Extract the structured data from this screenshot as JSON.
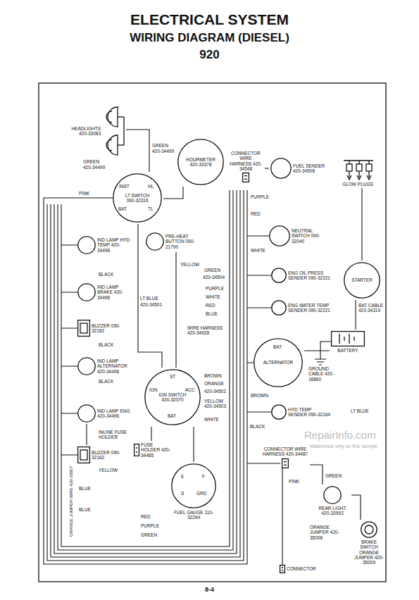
{
  "diagram": {
    "title": "ELECTRICAL SYSTEM",
    "nodes": [
      {
        "text": [
          "HEADLIGHTS 420-33083"
        ]
      },
      {
        "text": [
          "HOURMETER 420-33378"
        ]
      },
      {
        "text": [
          "INST",
          "HL",
          "TL",
          "BAT",
          "LT SWITCH 090-32316"
        ]
      },
      {
        "text": [
          "PRE-HEAT BUTTON 090-21790"
        ]
      },
      {
        "text": [
          "IND LAMP HYD TEMP 420-34498"
        ]
      },
      {
        "text": [
          "IND LAMP BRAKE 420-34496"
        ]
      },
      {
        "text": [
          "BUZZER 090-32182"
        ]
      },
      {
        "text": [
          "IND LAMP ALTERNATOR 420-34496"
        ]
      },
      {
        "text": [
          "IGN",
          "ST",
          "ACC",
          "BAT",
          "IGN SWITCH 420-32070"
        ]
      },
      {
        "text": [
          "IND LAMP ENG 420-34496"
        ]
      },
      {
        "text": [
          "BUZZER 090-32182"
        ]
      },
      {
        "text": [
          "FUSE HOLDER 420-34485"
        ]
      },
      {
        "text": [
          "E",
          "F",
          "S",
          "GRD",
          "FUEL GAUGE 110-32244"
        ]
      },
      {
        "text": [
          "CONNECTOR WIRE HARNESS 420-34548"
        ]
      },
      {
        "text": [
          "FUEL SENDER 420-34508"
        ]
      },
      {
        "text": [
          "GLOW PLUGS"
        ]
      },
      {
        "text": [
          "NEUTRAL SWITCH 090-32040"
        ]
      },
      {
        "text": [
          "ENG OIL PRESS SENDER 090-32221"
        ]
      },
      {
        "text": [
          "ENG WATER TEMP SENDER 090-32221"
        ]
      },
      {
        "text": [
          "STARTER"
        ]
      },
      {
        "text": [
          "BATTERY"
        ]
      },
      {
        "text": [
          "BAT",
          "ALTERNATOR"
        ]
      },
      {
        "text": [
          "HYD TEMP SENDER 090-32164"
        ]
      },
      {
        "text": [
          "CONNECTOR WIRE HARNESS 420-34487"
        ]
      },
      {
        "text": [
          "REAR LIGHT 420-33993"
        ]
      },
      {
        "text": [
          "BRAKE SWITCH",
          "ORANGE JUMPER 420-35009"
        ]
      },
      {
        "text": [
          "CONNECTOR"
        ]
      }
    ],
    "edges": [
      {
        "from": 0,
        "to": 2,
        "arrow": "none"
      },
      {
        "from": 1,
        "to": 2,
        "arrow": "none"
      },
      {
        "from": 2,
        "to": 8,
        "arrow": "none"
      },
      {
        "from": 3,
        "to": 8,
        "arrow": "none"
      },
      {
        "from": 8,
        "to": 11,
        "arrow": "none"
      },
      {
        "from": 8,
        "to": 12,
        "arrow": "none"
      },
      {
        "from": 13,
        "to": 14,
        "arrow": "none"
      },
      {
        "from": 15,
        "to": 19,
        "arrow": "none"
      },
      {
        "from": 20,
        "to": 19,
        "arrow": "none"
      },
      {
        "from": 21,
        "to": 20,
        "arrow": "none"
      },
      {
        "from": 9,
        "to": 10,
        "arrow": "none"
      },
      {
        "from": 23,
        "to": 24,
        "arrow": "none"
      },
      {
        "from": 24,
        "to": 25,
        "arrow": "none"
      }
    ],
    "labels": [
      "WIRING DIAGRAM (DIESEL)",
      "920",
      "8-4",
      "RepairInfo.com",
      "Watermark only on this sample",
      "GREEN",
      "420-34499",
      "GREEN",
      "420-34499",
      "PINK",
      "LT BLUE",
      "420-34501",
      "YELLOW",
      "GREEN",
      "420-34504",
      "PURPLE",
      "WHITE",
      "RED",
      "BLUE",
      "WIRE HARNESS 420-34928",
      "BROWN",
      "ORANGE",
      "420-34502",
      "YELLOW 420-34503",
      "WHITE",
      "INLINE FUSE HOLDER",
      "BLACK",
      "BLACK",
      "BLACK",
      "YELLOW",
      "BLUE",
      "BLUE",
      "RED",
      "PURPLE",
      "GREEN",
      "ORANGE JUMPER WIRE 420-35007",
      "PURPLE",
      "RED",
      "WHITE",
      "BROWN",
      "BLACK",
      "BAT CABLE 420-34319",
      "GROUND CABLE 420-18860",
      "LT BLUE",
      "GREEN",
      "PINK",
      "ORANGE JUMPER 420-35008"
    ]
  }
}
